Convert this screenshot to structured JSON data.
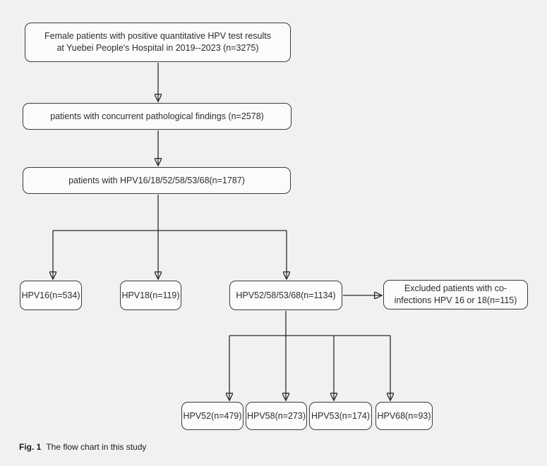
{
  "figure": {
    "caption": {
      "label": "Fig. 1",
      "text": "The flow chart in this study"
    }
  },
  "colors": {
    "background": "#f1f1f1",
    "box_fill": "#fbfbfb",
    "box_border": "#3c3c3c",
    "connector_line": "#2b2b2b",
    "text": "#2e2e2e"
  },
  "flowchart": {
    "nodes": {
      "total": "Female patients with positive quantitative HPV test results\nat Yuebei People's Hospital in 2019--2023 (n=3275)",
      "pathological": "patients with concurrent pathological findings (n=2578)",
      "combined": "patients with HPV16/18/52/58/53/68(n=1787)",
      "hpv16": "HPV16(n=534)",
      "hpv18": "HPV18(n=119)",
      "hpv_group": "HPV52/58/53/68(n=1134)",
      "excluded": "Excluded patients with co-\ninfections HPV 16 or 18(n=115)",
      "hpv52": "HPV52(n=479)",
      "hpv58": "HPV58(n=273)",
      "hpv53": "HPV53(n=174)",
      "hpv68": "HPV68(n=93)"
    },
    "edges": [
      {
        "from": "total",
        "to": "pathological"
      },
      {
        "from": "pathological",
        "to": "combined"
      },
      {
        "from": "combined",
        "to": "hpv16"
      },
      {
        "from": "combined",
        "to": "hpv18"
      },
      {
        "from": "combined",
        "to": "hpv_group"
      },
      {
        "from": "hpv_group",
        "to": "excluded"
      },
      {
        "from": "hpv_group",
        "to": "hpv52"
      },
      {
        "from": "hpv_group",
        "to": "hpv58"
      },
      {
        "from": "hpv_group",
        "to": "hpv53"
      },
      {
        "from": "hpv_group",
        "to": "hpv68"
      }
    ]
  }
}
